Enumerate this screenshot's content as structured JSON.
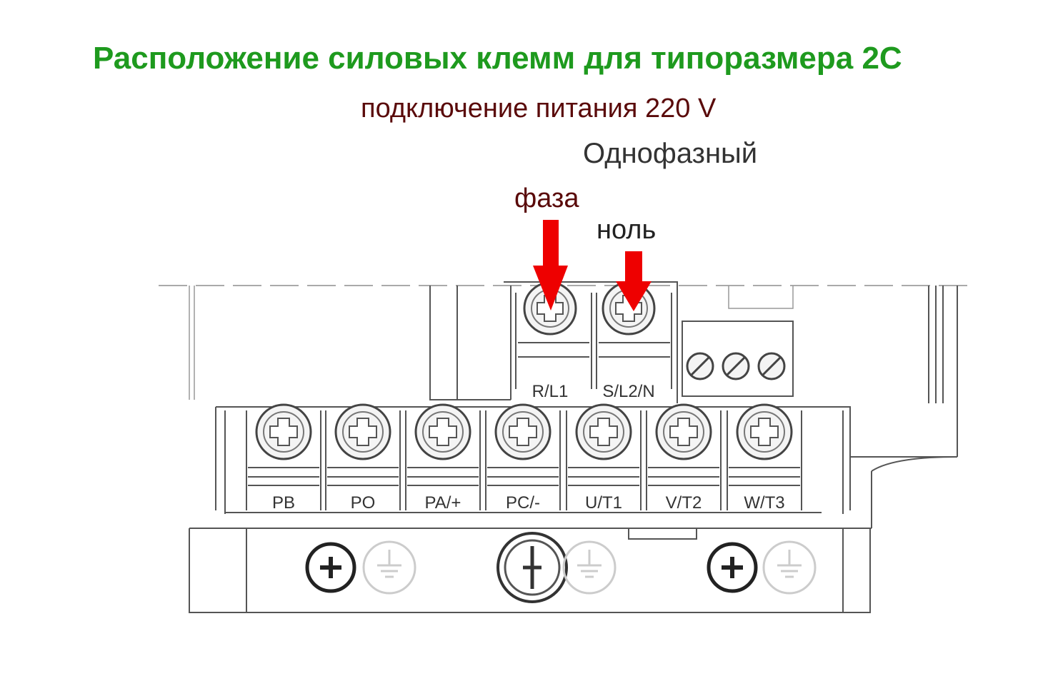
{
  "title": "Расположение силовых клемм для типоразмера 2C",
  "subtitle": "подключение питания 220 V",
  "mode": "Однофазный",
  "phase_label": "фаза",
  "neutral_label": "ноль",
  "input_terminals": [
    "R/L1",
    "S/L2/N"
  ],
  "output_terminals": [
    "PB",
    "PO",
    "PA/+",
    "PC/-",
    "U/T1",
    "V/T2",
    "W/T3"
  ],
  "colors": {
    "title": "#1e9a1e",
    "subtitle": "#5a0a0a",
    "arrow": "#ee0000"
  }
}
